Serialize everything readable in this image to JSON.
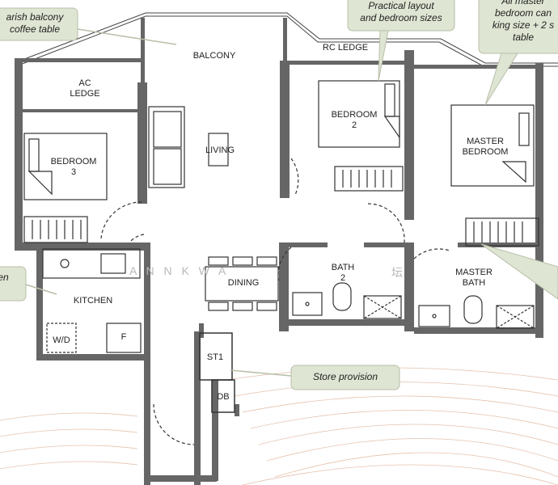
{
  "rooms": {
    "balcony": "BALCONY",
    "ac_ledge": "AC\nLEDGE",
    "rc_ledge": "RC LEDGE",
    "bedroom3": "BEDROOM\n3",
    "living": "LIVING",
    "bedroom2": "BEDROOM\n2",
    "master_bedroom": "MASTER\nBEDROOM",
    "kitchen": "KITCHEN",
    "wd": "W/D",
    "fridge": "F",
    "dining": "DINING",
    "bath2": "BATH\n2",
    "master_bath": "MASTER\nBATH",
    "st1": "ST1",
    "db": "DB"
  },
  "callouts": {
    "balcony_table": "arish balcony\ncoffee table",
    "practical": "Practical layout\nand bedroom sizes",
    "master": "All master\nbedroom can\nking size + 2 s\ntable",
    "kitchen_partial": "en",
    "store": "Store provision"
  },
  "watermark": {
    "latin": "A N N          K W A",
    "cjk": "坛"
  },
  "colors": {
    "wall": "#666666",
    "callout_fill": "#dfe5d3",
    "callout_stroke": "#b7bfa8",
    "furniture": "#333333",
    "deco_lines": "#d9a98a"
  }
}
